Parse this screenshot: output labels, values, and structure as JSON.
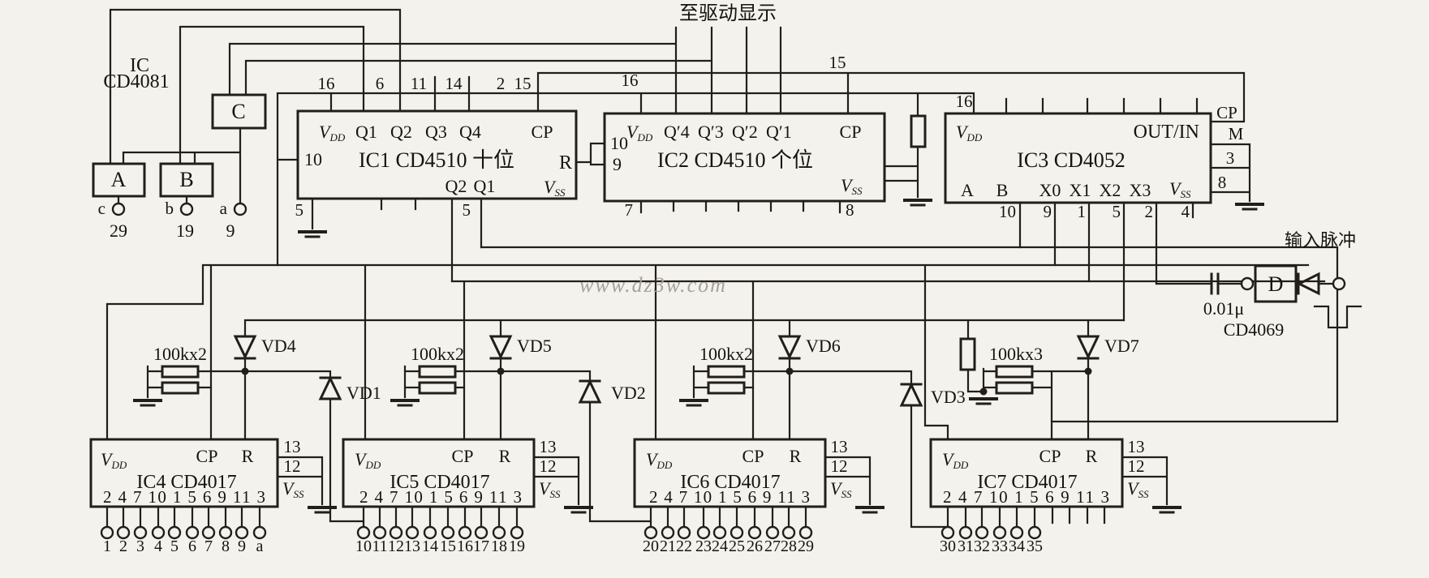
{
  "sym": {
    "v": "V",
    "dd": "DD",
    "ss": "SS"
  },
  "notes": {
    "display": "至驱动显示",
    "watermark": "www.dz3w.com"
  },
  "cd4081": {
    "l1": "IC",
    "l2": "CD4081",
    "a": "A",
    "b": "B",
    "c": "C",
    "tc": "c",
    "tcn": "29",
    "tb": "b",
    "tbn": "19",
    "ta": "a",
    "tan": "9"
  },
  "ic1": {
    "title": "IC1 CD4510 十位",
    "nums": [
      "16",
      "6",
      "11",
      "14",
      "2",
      "15"
    ],
    "q": [
      "Q1",
      "Q2",
      "Q3",
      "Q4"
    ],
    "cp": "CP",
    "r": "R",
    "p10": "10",
    "bq2": "Q2",
    "bq1": "Q1",
    "b5": "5",
    "b5b": "5"
  },
  "ic2": {
    "title": "IC2 CD4510 个位",
    "n16": "16",
    "n15": "15",
    "q": [
      "Q′4",
      "Q′3",
      "Q′2",
      "Q′1"
    ],
    "cp": "CP",
    "p10": "10",
    "p9": "9",
    "b7": "7",
    "b8": "8"
  },
  "ic3": {
    "title": "IC3 CD4052",
    "n16": "16",
    "outin": "OUT/IN",
    "sel": [
      "A",
      "B",
      "X0",
      "X1",
      "X2",
      "X3"
    ],
    "bn": [
      "10",
      "9",
      "1",
      "5",
      "2",
      "4"
    ],
    "cp": "CP",
    "m": "M",
    "p3": "3",
    "p8": "8"
  },
  "input": {
    "label": "输入脉冲",
    "d": "D",
    "cap": "0.01μ",
    "chip": "CD4069"
  },
  "diodes": {
    "vd1": "VD1",
    "vd2": "VD2",
    "vd3": "VD3",
    "vd4": "VD4",
    "vd5": "VD5",
    "vd6": "VD6",
    "vd7": "VD7"
  },
  "res": {
    "r1": "100kx2",
    "r2": "100kx2",
    "r3": "100kx2",
    "r4": "100kx3"
  },
  "cd4017": {
    "cp": "CP",
    "r": "R",
    "p13": "13",
    "p12": "12",
    "row": "2 4 7 10 1 5 6 9 11 3"
  },
  "ic4": {
    "title": "IC4 CD4017",
    "terms": [
      "1",
      "2",
      "3",
      "4",
      "5",
      "6",
      "7",
      "8",
      "9",
      "a"
    ]
  },
  "ic5": {
    "title": "IC5 CD4017",
    "terms": [
      "10",
      "11",
      "12",
      "13",
      "14",
      "15",
      "16",
      "17",
      "18",
      "19"
    ]
  },
  "ic6": {
    "title": "IC6 CD4017",
    "terms": [
      "20",
      "21",
      "22",
      "23",
      "24",
      "25",
      "26",
      "27",
      "28",
      "29"
    ]
  },
  "ic7": {
    "title": "IC7 CD4017",
    "terms": [
      "30",
      "31",
      "32",
      "33",
      "34",
      "35"
    ]
  }
}
